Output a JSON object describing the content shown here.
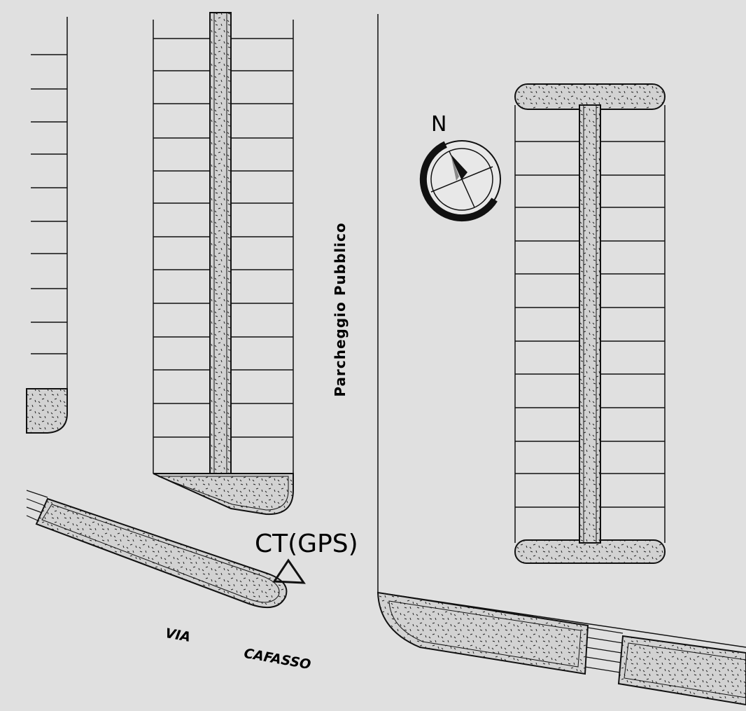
{
  "labels": {
    "parking": "Parcheggio Pubblico",
    "station": "CT(GPS)",
    "north": "N",
    "street_word1": "VIA",
    "street_word2": "CAFASSO"
  },
  "colors": {
    "background": "#e0e0e0",
    "line": "#111111",
    "island_fill": "#d0d0d0",
    "dots": "#1a1a1a"
  },
  "icons": {
    "north_arrow": "north-arrow-compass-icon",
    "station_marker": "triangle-marker-icon"
  }
}
